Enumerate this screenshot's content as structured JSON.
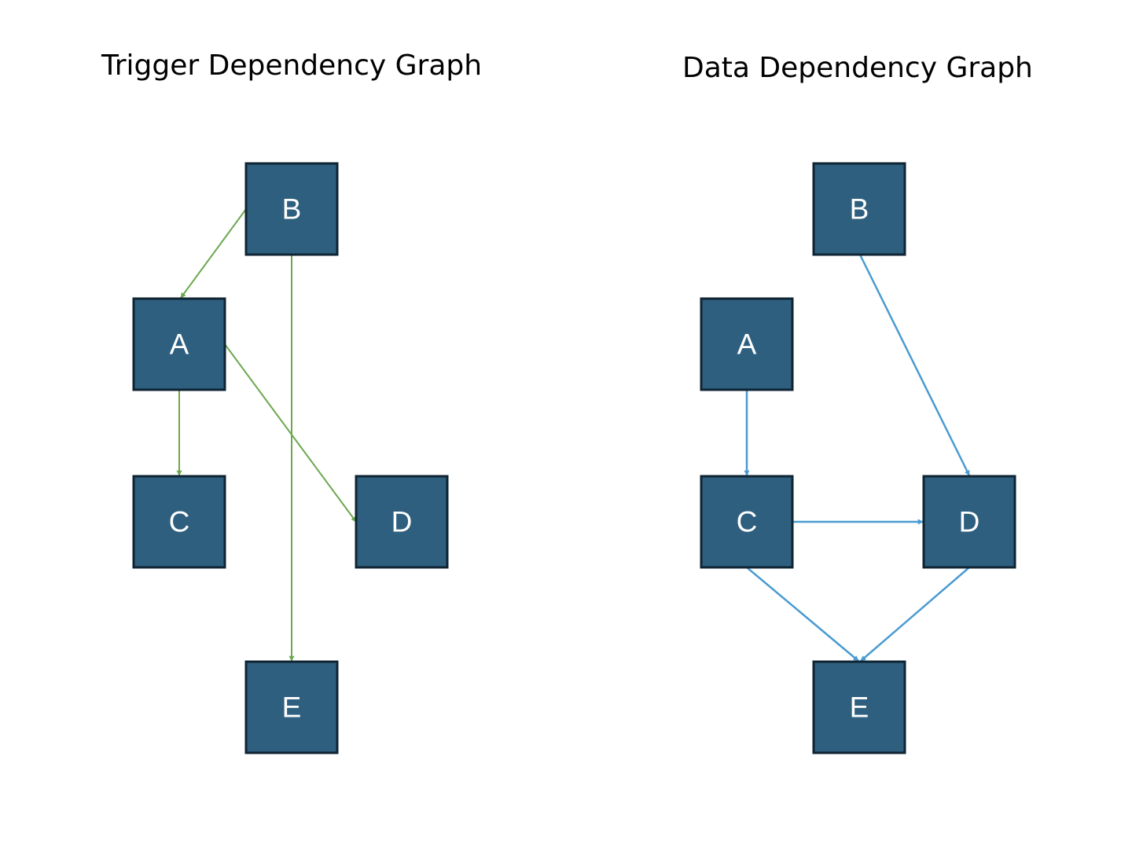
{
  "colors": {
    "node_fill": "#2e5f7f",
    "node_border": "#0f2433",
    "node_text": "#ffffff",
    "trigger_edge": "#6aa84f",
    "data_edge": "#4a9bd1"
  },
  "graphs": [
    {
      "id": "trigger",
      "title": "Trigger Dependency Graph",
      "edge_color_key": "trigger_edge",
      "nodes": [
        "B",
        "A",
        "C",
        "D",
        "E"
      ],
      "edges": [
        {
          "from": "B",
          "to": "A"
        },
        {
          "from": "B",
          "to": "E"
        },
        {
          "from": "A",
          "to": "C"
        },
        {
          "from": "A",
          "to": "D"
        }
      ]
    },
    {
      "id": "data",
      "title": "Data Dependency Graph",
      "edge_color_key": "data_edge",
      "nodes": [
        "B",
        "A",
        "C",
        "D",
        "E"
      ],
      "edges": [
        {
          "from": "A",
          "to": "C"
        },
        {
          "from": "B",
          "to": "D"
        },
        {
          "from": "C",
          "to": "D"
        },
        {
          "from": "C",
          "to": "E"
        },
        {
          "from": "D",
          "to": "E"
        }
      ]
    }
  ]
}
